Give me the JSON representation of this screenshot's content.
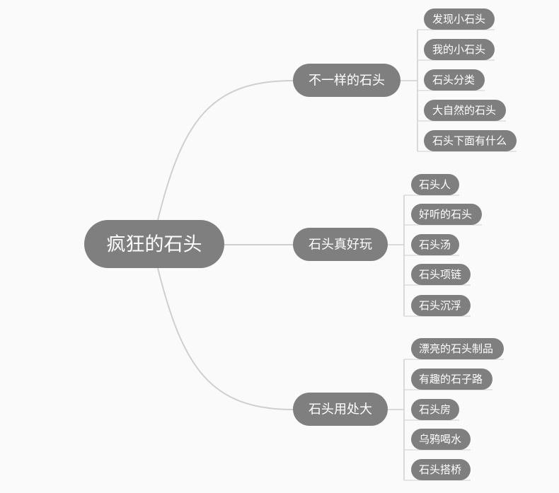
{
  "mindmap": {
    "root": "疯狂的石头",
    "branches": [
      {
        "label": "不一样的石头",
        "children": [
          "发现小石头",
          "我的小石头",
          "石头分类",
          "大自然的石头",
          "石头下面有什么"
        ]
      },
      {
        "label": "石头真好玩",
        "children": [
          "石头人",
          "好听的石头",
          "石头汤",
          "石头项链",
          "石头沉浮"
        ]
      },
      {
        "label": "石头用处大",
        "children": [
          "漂亮的石头制品",
          "有趣的石子路",
          "石头房",
          "乌鸦喝水",
          "石头搭桥"
        ]
      }
    ]
  },
  "colors": {
    "node_fill": "#7f7f7f",
    "connector": "#cfcfcf",
    "text": "#ffffff",
    "background": "#fafafa"
  }
}
